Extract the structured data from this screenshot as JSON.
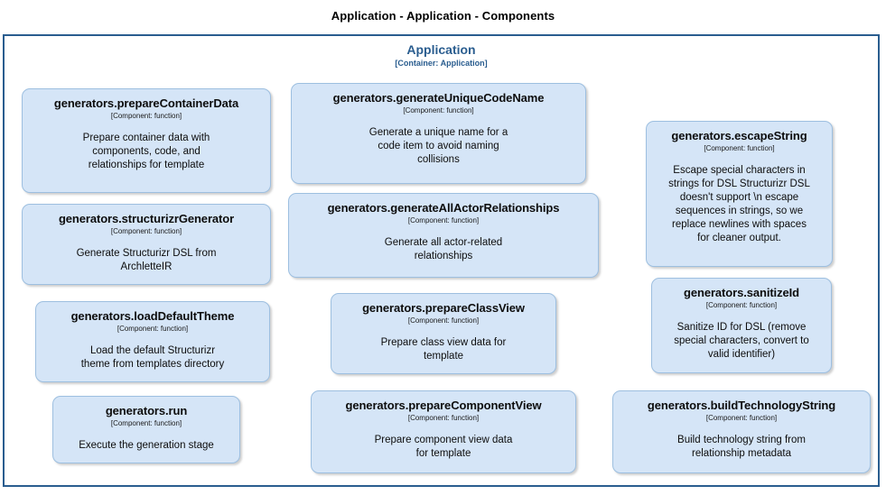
{
  "diagram": {
    "title": "Application - Application - Components",
    "boundary": {
      "name": "Application",
      "meta": "[Container: Application]"
    },
    "components": [
      {
        "name": "generators.prepareContainerData",
        "type": "[Component: function]",
        "description": "Prepare container data with\ncomponents, code, and\nrelationships for template"
      },
      {
        "name": "generators.structurizrGenerator",
        "type": "[Component: function]",
        "description": "Generate Structurizr DSL from\nArchletteIR"
      },
      {
        "name": "generators.loadDefaultTheme",
        "type": "[Component: function]",
        "description": "Load the default Structurizr\ntheme from templates directory"
      },
      {
        "name": "generators.run",
        "type": "[Component: function]",
        "description": "Execute the generation stage"
      },
      {
        "name": "generators.generateUniqueCodeName",
        "type": "[Component: function]",
        "description": "Generate a unique name for a\ncode item to avoid naming\ncollisions"
      },
      {
        "name": "generators.generateAllActorRelationships",
        "type": "[Component: function]",
        "description": "Generate all actor-related\nrelationships"
      },
      {
        "name": "generators.prepareClassView",
        "type": "[Component: function]",
        "description": "Prepare class view data for\ntemplate"
      },
      {
        "name": "generators.prepareComponentView",
        "type": "[Component: function]",
        "description": "Prepare component view data\nfor template"
      },
      {
        "name": "generators.escapeString",
        "type": "[Component: function]",
        "description": "Escape special characters in\nstrings for DSL Structurizr DSL\ndoesn't support \\n escape\nsequences in strings, so we\nreplace newlines with spaces\nfor cleaner output."
      },
      {
        "name": "generators.sanitizeId",
        "type": "[Component: function]",
        "description": "Sanitize ID for DSL (remove\nspecial characters, convert to\nvalid identifier)"
      },
      {
        "name": "generators.buildTechnologyString",
        "type": "[Component: function]",
        "description": "Build technology string from\nrelationship metadata"
      }
    ],
    "colors": {
      "component_fill": "#d5e5f7",
      "component_border": "#9dbfe0",
      "boundary_border": "#2a5d8f",
      "boundary_text": "#2a5d8f",
      "background": "#ffffff"
    }
  }
}
